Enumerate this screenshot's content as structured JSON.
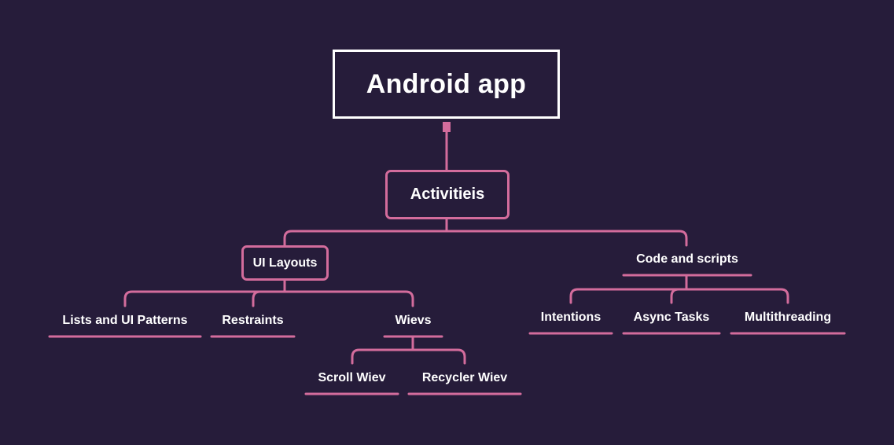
{
  "colors": {
    "background": "#261c3a",
    "connector": "#d36c9c",
    "root_border": "#ffffff",
    "text": "#ffffff"
  },
  "root": {
    "label": "Android app"
  },
  "level1": {
    "label": "Activitieis"
  },
  "ui_layouts": {
    "label": "UI Layouts",
    "children": {
      "lists": "Lists and UI Patterns",
      "restraints": "Restraints",
      "wievs": {
        "label": "Wievs",
        "children": {
          "scroll": "Scroll Wiev",
          "recycler": "Recycler Wiev"
        }
      }
    }
  },
  "code_scripts": {
    "label": "Code and scripts",
    "children": {
      "intentions": "Intentions",
      "async": "Async Tasks",
      "multithreading": "Multithreading"
    }
  }
}
